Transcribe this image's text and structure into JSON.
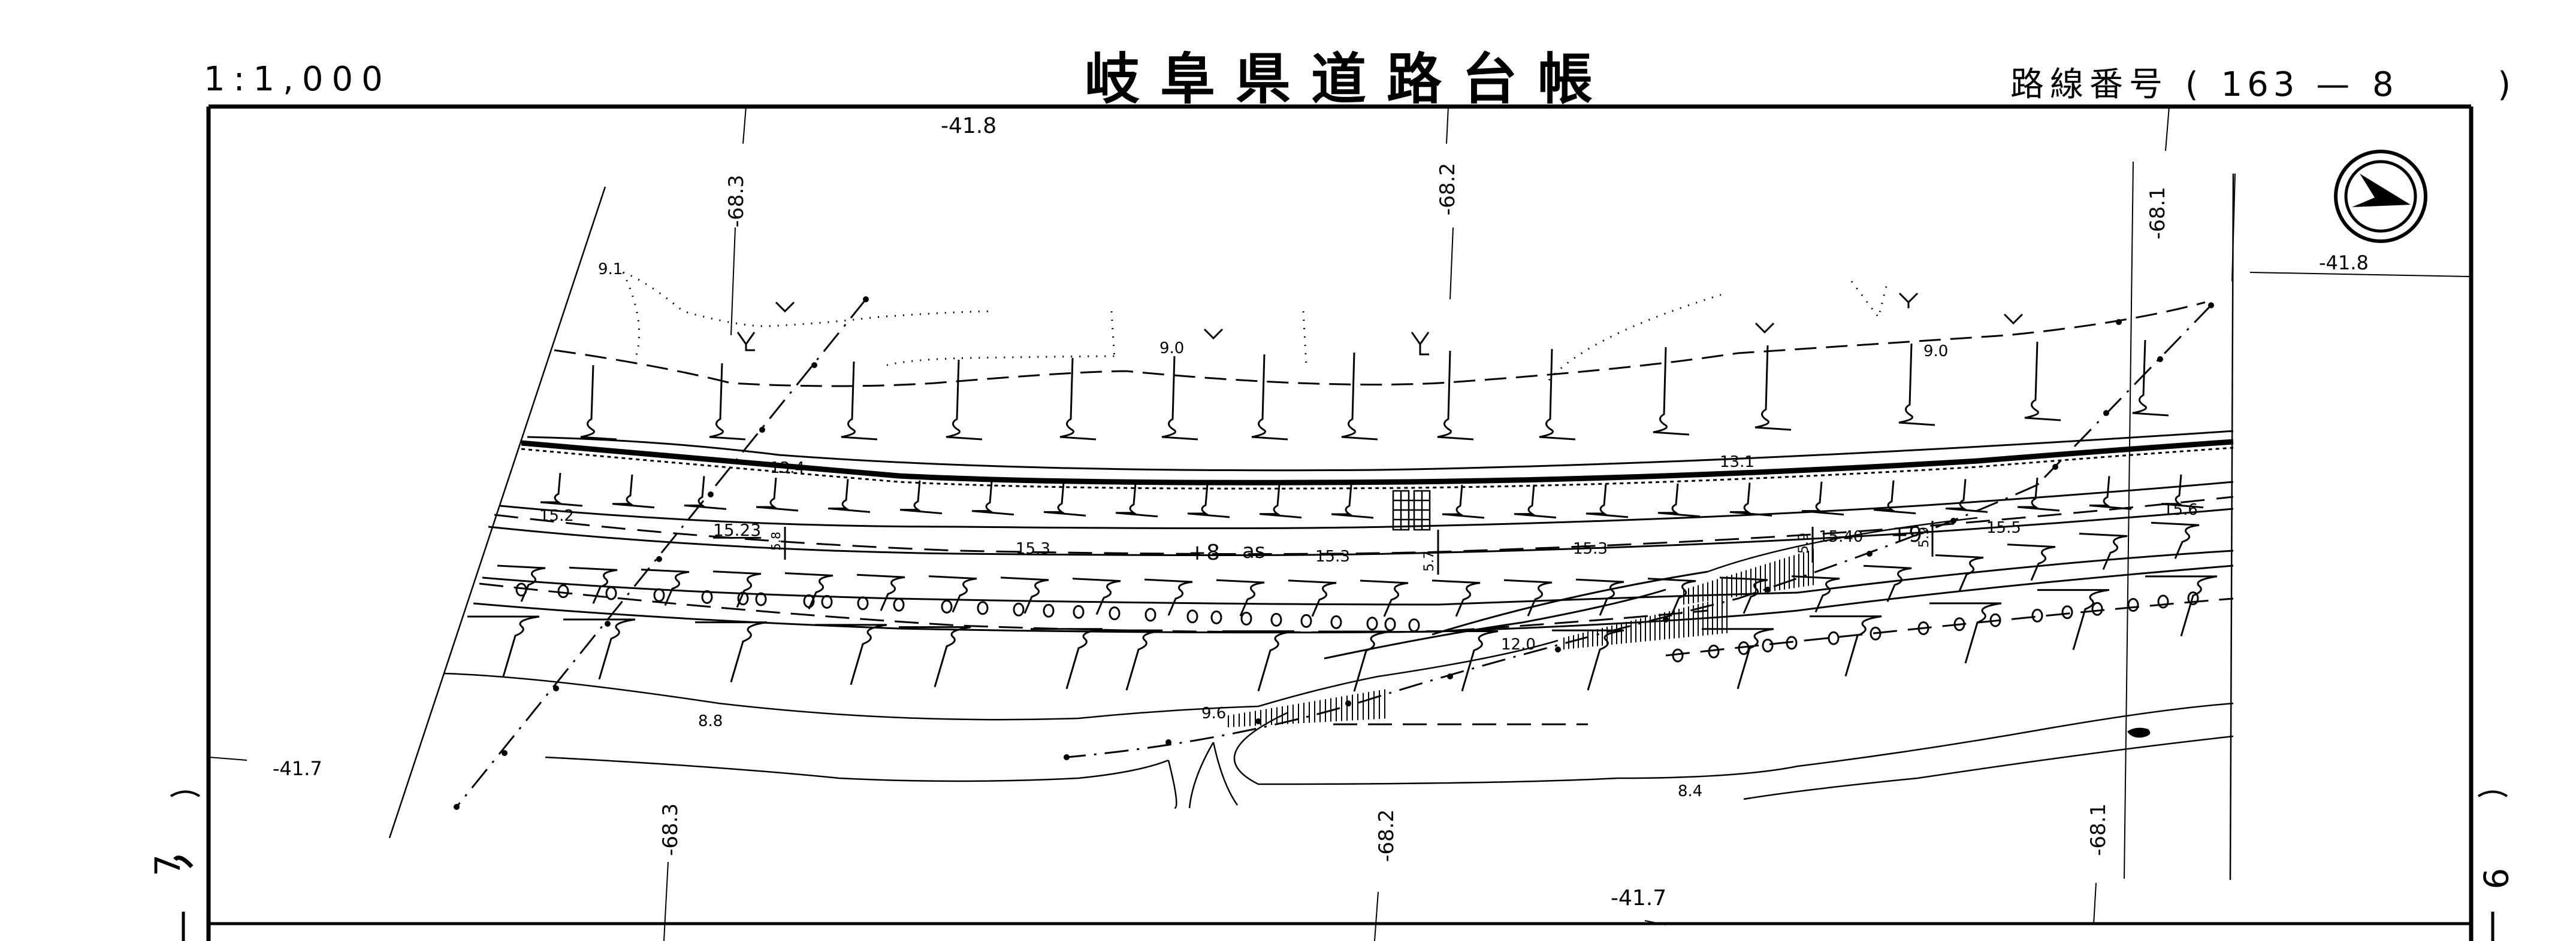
{
  "header": {
    "scale": "1:1,000",
    "title": "岐阜県道路台帳",
    "route_label": "路線番号",
    "route_open": "(",
    "route_number": "163",
    "route_dash": "—",
    "route_section": "8",
    "route_close": ")"
  },
  "sheet_margin": {
    "left_number": "7",
    "right_number": "9"
  },
  "grid_labels": {
    "top_easting": "-41.8",
    "right_easting": "-41.8",
    "left_easting": "-41.7",
    "bottom_easting": "-41.7",
    "northings_top": [
      "-68.3",
      "-68.2",
      "-68.1"
    ],
    "northings_bottom": [
      "-68.3",
      "-68.2",
      "-68.1"
    ]
  },
  "north_arrow": {
    "icon": "north-arrow-icon"
  },
  "elevations": {
    "ground_upper": [
      "9.1",
      "9.0",
      "9.0"
    ],
    "embankment": [
      "13.4",
      "13.1"
    ],
    "road": [
      "15.2",
      "15.23",
      "15.3",
      "15.3",
      "15.3",
      "15.40",
      "15.5",
      "15.6"
    ],
    "lower": [
      "12.0",
      "9.6",
      "8.8",
      "8.4"
    ]
  },
  "road_widths": [
    "5.8",
    "5.7",
    "5.9",
    "5.9"
  ],
  "station_marks": [
    "+8",
    "+9"
  ],
  "pavement": "as",
  "legend_symbols": {
    "paddy": "Y-paddy-symbol",
    "dry_field": "V-field-symbol",
    "tree_row": "o-tree-symbol",
    "slope": "slope-hatch-symbol"
  }
}
